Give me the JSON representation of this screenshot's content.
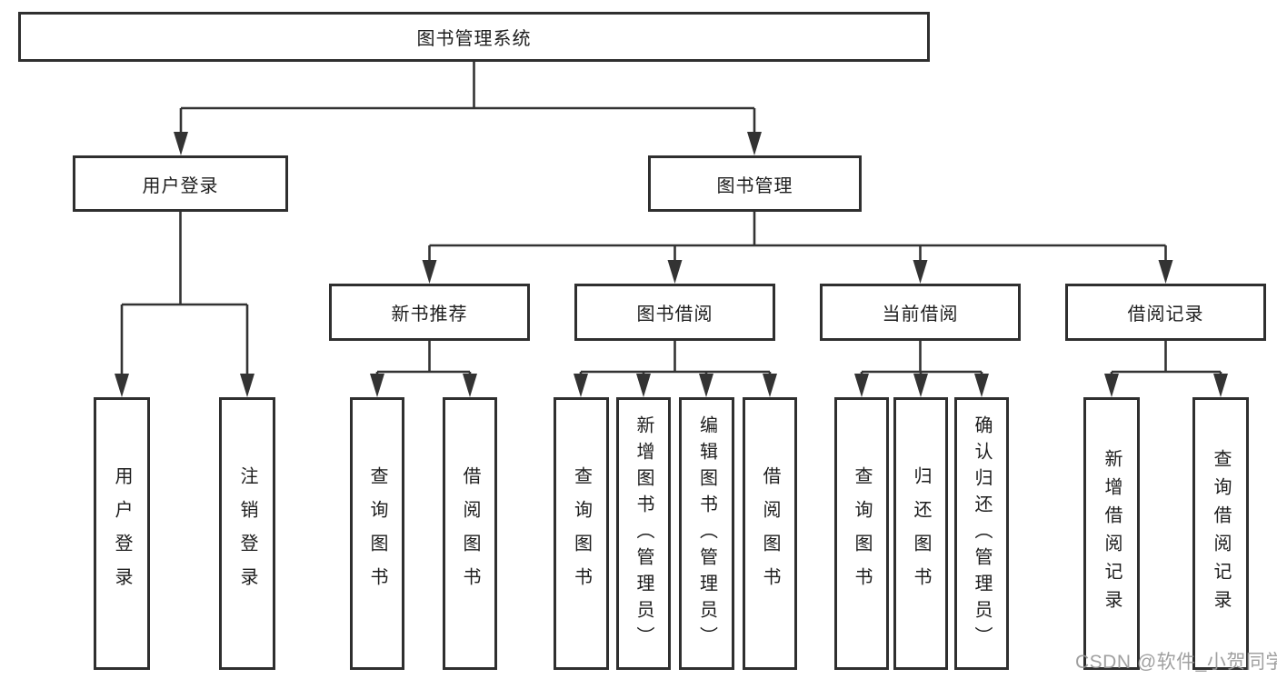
{
  "diagram": {
    "type": "hierarchy-tree",
    "root": {
      "label": "图书管理系统"
    },
    "branches": [
      {
        "label": "用户登录",
        "children": [
          {
            "label": "用户登录"
          },
          {
            "label": "注销登录"
          }
        ]
      },
      {
        "label": "图书管理",
        "children": [
          {
            "label": "新书推荐",
            "children": [
              {
                "label": "查询图书"
              },
              {
                "label": "借阅图书"
              }
            ]
          },
          {
            "label": "图书借阅",
            "children": [
              {
                "label": "查询图书"
              },
              {
                "label": "新增图书（管理员）"
              },
              {
                "label": "编辑图书（管理员）"
              },
              {
                "label": "借阅图书"
              }
            ]
          },
          {
            "label": "当前借阅",
            "children": [
              {
                "label": "查询图书"
              },
              {
                "label": "归还图书"
              },
              {
                "label": "确认归还（管理员）"
              }
            ]
          },
          {
            "label": "借阅记录",
            "children": [
              {
                "label": "新增借阅记录"
              },
              {
                "label": "查询借阅记录"
              }
            ]
          }
        ]
      }
    ],
    "colors": {
      "line": "#333333",
      "box_border": "#2f2f2f",
      "text": "#1d1d1d",
      "background": "#ffffff",
      "watermark": "#989898"
    }
  },
  "watermark": {
    "text": "CSDN @软件_小贺同学"
  }
}
